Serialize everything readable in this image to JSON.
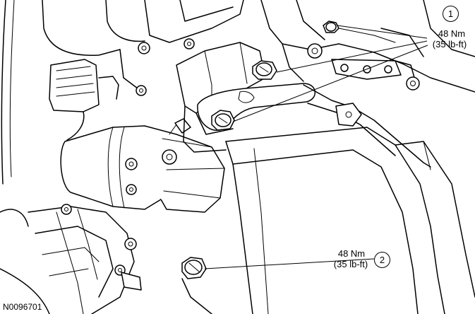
{
  "callouts": [
    {
      "number": "1",
      "torque_nm": "48 Nm",
      "torque_lbft": "(35 lb-ft)"
    },
    {
      "number": "2",
      "torque_nm": "48 Nm",
      "torque_lbft": "(35 lb-ft)"
    }
  ],
  "figure_id": "N0096701"
}
